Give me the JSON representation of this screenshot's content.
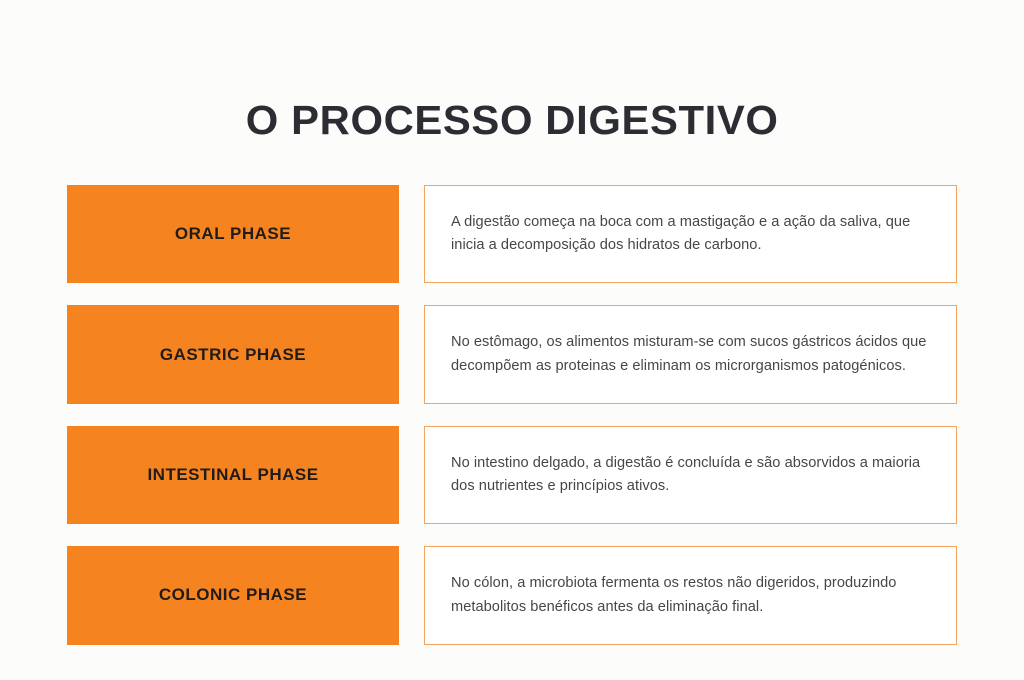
{
  "page": {
    "title": "O PROCESSO DIGESTIVO",
    "background_color": "#FCFCFB",
    "accent_color": "#F5831F",
    "panel_border_color": "#F3A35C",
    "title_color": "#2E2C33",
    "body_text_color": "#4A4545"
  },
  "phases": [
    {
      "label": "ORAL PHASE",
      "description": "A digestão começa na boca com a mastigação e a ação da saliva, que inicia a decomposição dos hidratos de carbono."
    },
    {
      "label": "GASTRIC PHASE",
      "description": "No estômago, os alimentos misturam-se com sucos gástricos ácidos que decompõem as proteinas e eliminam os microrganismos patogénicos."
    },
    {
      "label": "INTESTINAL PHASE",
      "description": "No intestino delgado, a digestão é concluída e são absorvidos a maioria dos nutrientes e princípios ativos."
    },
    {
      "label": "COLONIC PHASE",
      "description": "No cólon, a microbiota fermenta os restos não digeridos, produzindo metabolitos benéficos antes da eliminação final."
    }
  ]
}
